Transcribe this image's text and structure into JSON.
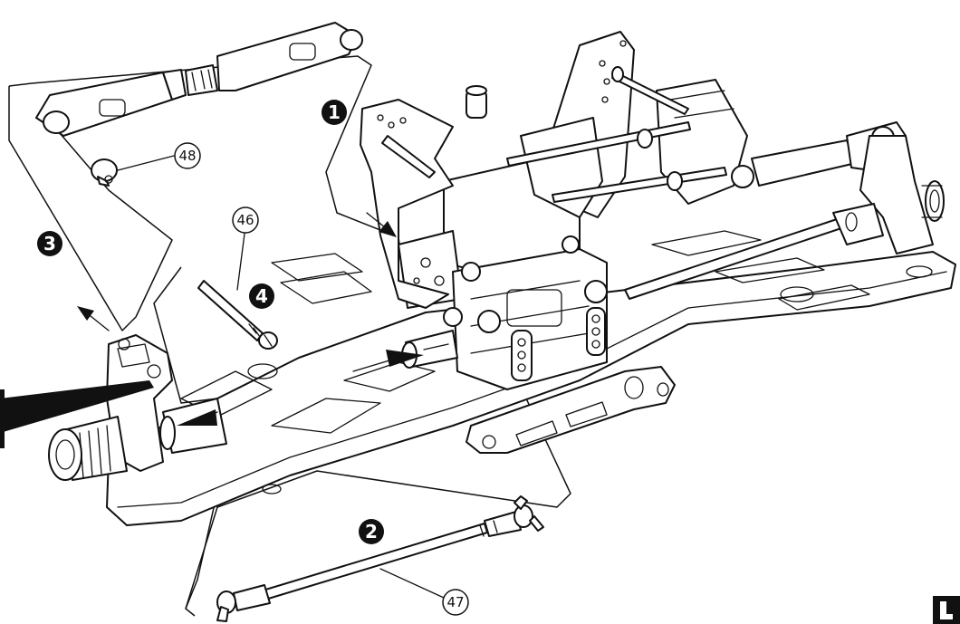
{
  "step_markers": [
    "1",
    "2",
    "3",
    "4"
  ],
  "part_callouts": [
    "48",
    "46",
    "47"
  ],
  "colors": {
    "line": "#111111",
    "background": "#ffffff"
  }
}
